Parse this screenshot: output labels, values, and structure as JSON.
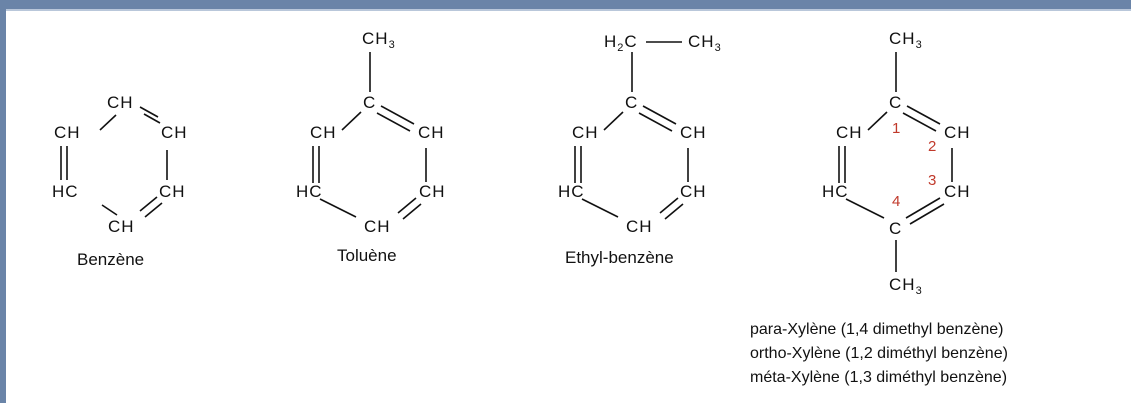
{
  "atoms": {
    "ch": "CH",
    "hc": "HC",
    "c": "C",
    "ch3": "CH",
    "h2c": "H",
    "c_after_h": "C",
    "sub3": "3",
    "sub2": "2"
  },
  "molecules": [
    {
      "name": "Benzène"
    },
    {
      "name": "Toluène"
    },
    {
      "name": "Ethyl-benzène"
    },
    {
      "name": "para-Xylène (1,4 dimethyl benzène)",
      "positions": [
        "1",
        "2",
        "3",
        "4"
      ]
    }
  ],
  "xylene_notes": [
    "para-Xylène (1,4 dimethyl benzène)",
    "ortho-Xylène (1,2 diméthyl benzène)",
    "méta-Xylène (1,3 diméthyl benzène)"
  ],
  "colors": {
    "frame": "#6a84a8",
    "position_numbers": "#c0392b"
  }
}
